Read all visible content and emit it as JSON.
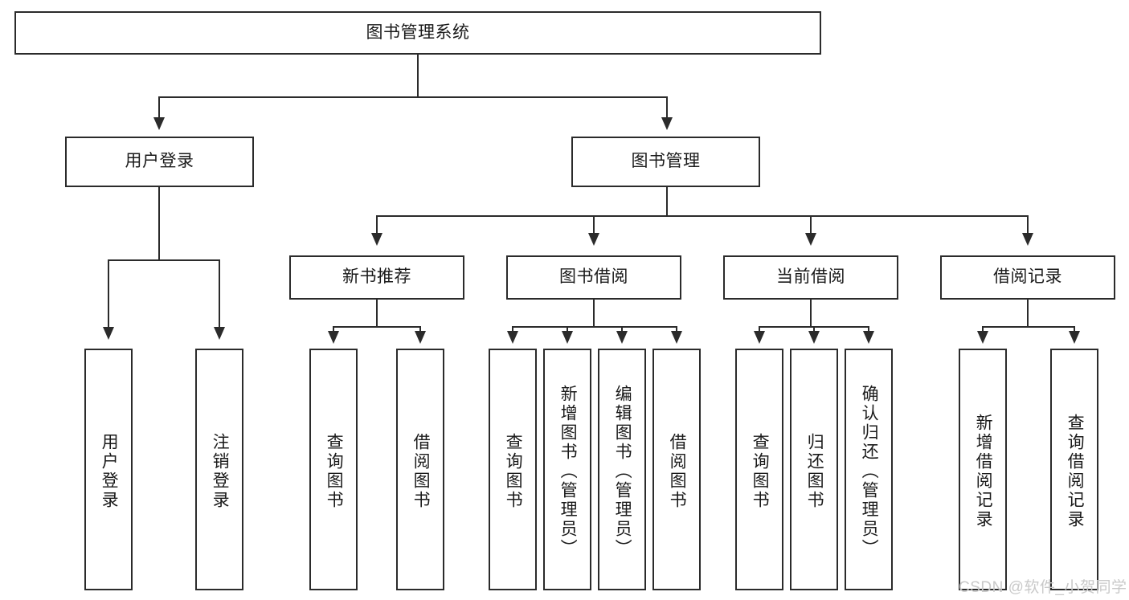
{
  "diagram": {
    "type": "tree-hierarchy",
    "title": "图书管理系统",
    "watermark": "CSDN @软件_小贺同学",
    "watermark_color": "#c9c9c9",
    "line_color": "#2b2b2b",
    "box_fill": "#ffffff",
    "text_color": "#1a1a1a"
  },
  "nodes": {
    "root": {
      "label": "图书管理系统",
      "level": 1
    },
    "level2": [
      {
        "id": "user-login",
        "label": "用户登录"
      },
      {
        "id": "book-manage",
        "label": "图书管理"
      }
    ],
    "level3": [
      {
        "id": "new-book-recommend",
        "label": "新书推荐",
        "parent": "book-manage"
      },
      {
        "id": "book-borrow",
        "label": "图书借阅",
        "parent": "book-manage"
      },
      {
        "id": "current-borrow",
        "label": "当前借阅",
        "parent": "book-manage"
      },
      {
        "id": "borrow-record",
        "label": "借阅记录",
        "parent": "book-manage"
      }
    ],
    "leaves": {
      "user-login": [
        {
          "id": "leaf-user-login",
          "label": "用户登录"
        },
        {
          "id": "leaf-user-logout",
          "label": "注销登录"
        }
      ],
      "new-book-recommend": [
        {
          "id": "leaf-query-book-1",
          "label": "查询图书"
        },
        {
          "id": "leaf-borrow-book-1",
          "label": "借阅图书"
        }
      ],
      "book-borrow": [
        {
          "id": "leaf-query-book-2",
          "label": "查询图书"
        },
        {
          "id": "leaf-add-book",
          "label": "新增图书（管理员）"
        },
        {
          "id": "leaf-edit-book",
          "label": "编辑图书（管理员）"
        },
        {
          "id": "leaf-borrow-book-2",
          "label": "借阅图书"
        }
      ],
      "current-borrow": [
        {
          "id": "leaf-query-book-3",
          "label": "查询图书"
        },
        {
          "id": "leaf-return-book",
          "label": "归还图书"
        },
        {
          "id": "leaf-confirm-return",
          "label": "确认归还（管理员）"
        }
      ],
      "borrow-record": [
        {
          "id": "leaf-add-record",
          "label": "新增借阅记录"
        },
        {
          "id": "leaf-query-record",
          "label": "查询借阅记录"
        }
      ]
    }
  }
}
